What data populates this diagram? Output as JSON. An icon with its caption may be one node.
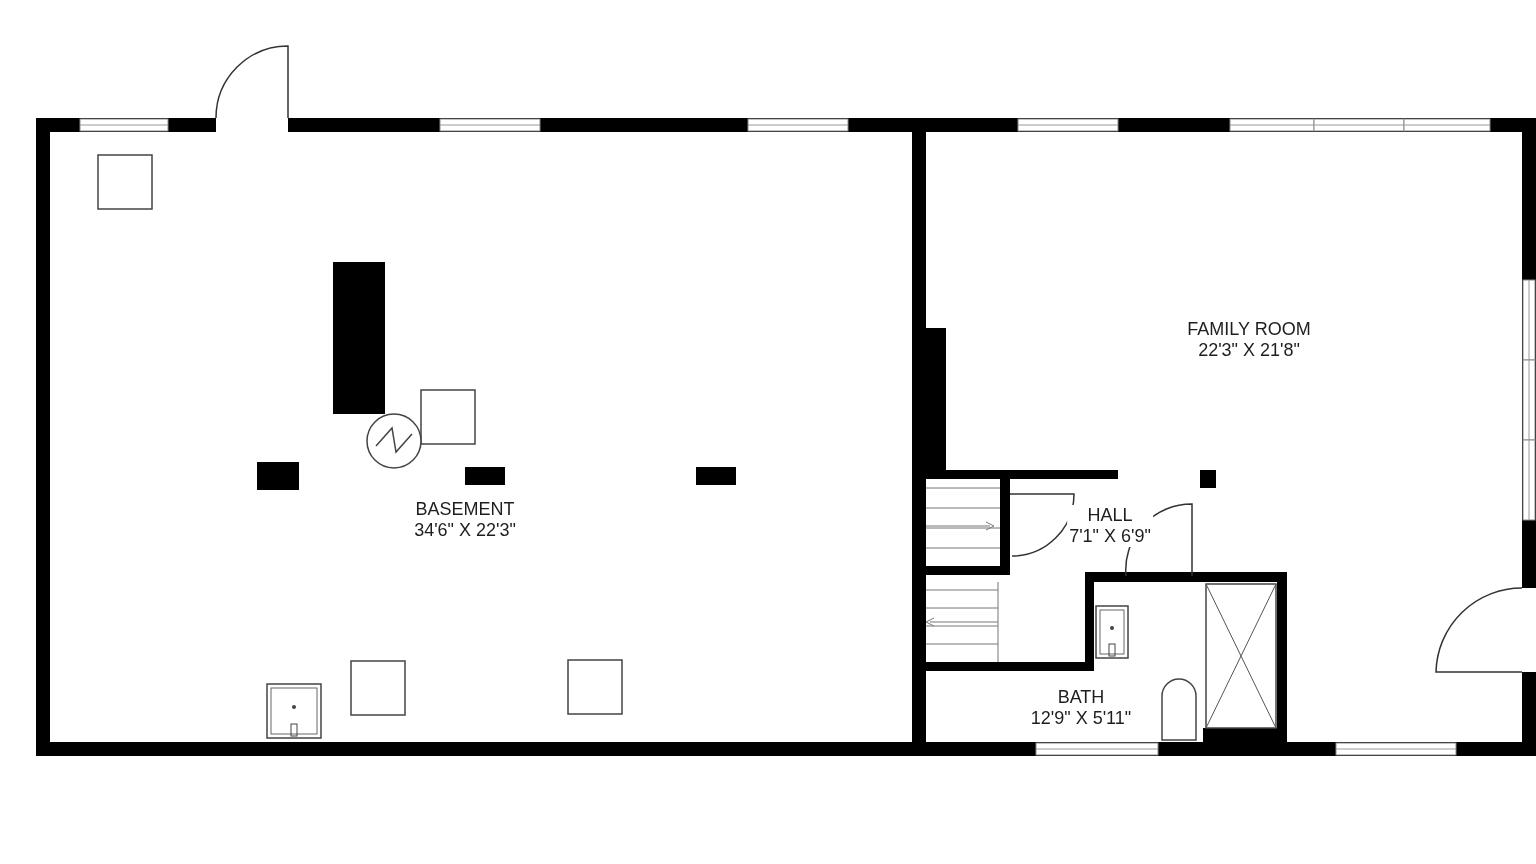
{
  "diagram": {
    "nodes": [
      {
        "text": [
          "BASEMENT",
          "34'6\" X 22'3\""
        ]
      },
      {
        "text": [
          "FAMILY ROOM",
          "22'3\" X 21'8\""
        ]
      },
      {
        "text": [
          "HALL",
          "7'1\" X 6'9\""
        ]
      },
      {
        "text": [
          "BATH",
          "12'9\" X 5'11\""
        ]
      }
    ]
  }
}
